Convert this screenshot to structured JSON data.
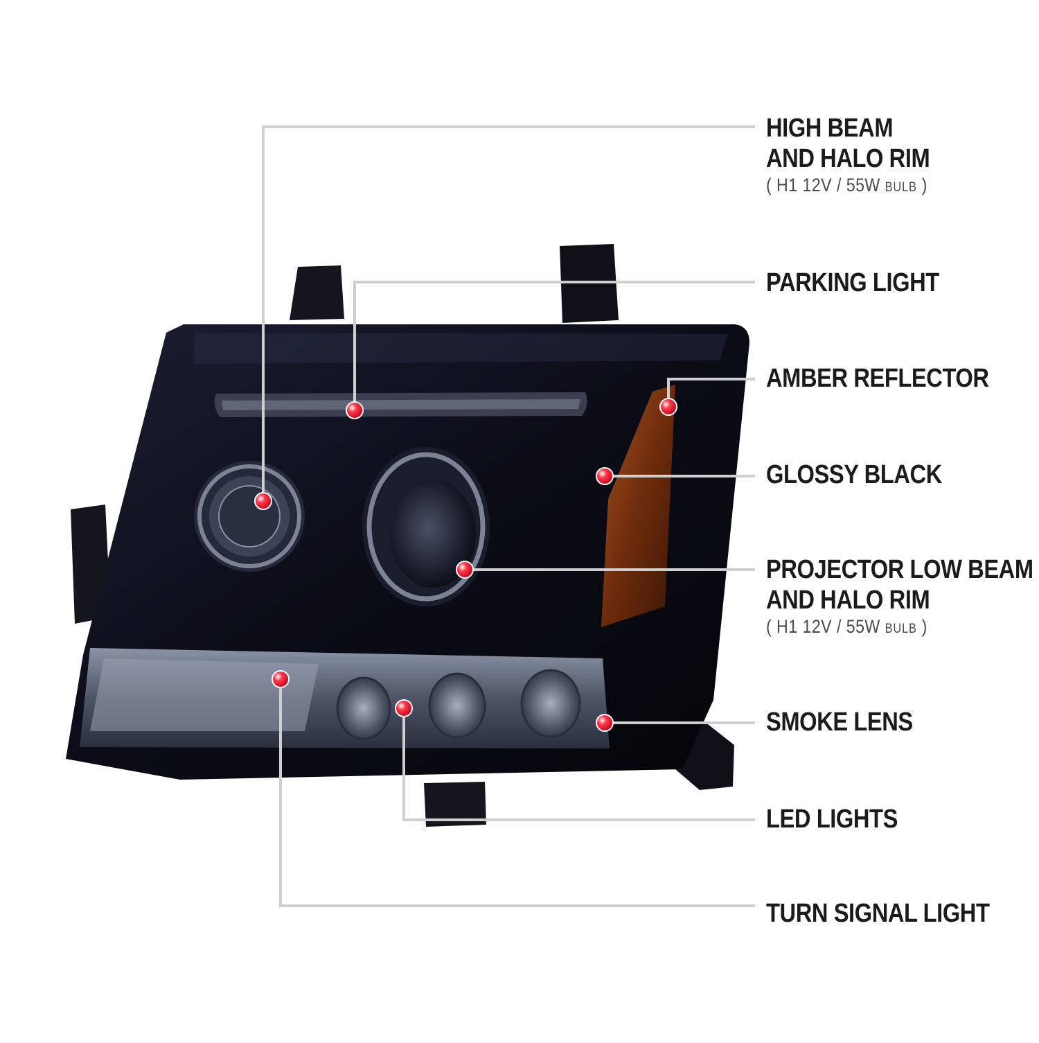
{
  "callouts": [
    {
      "id": "high-beam",
      "lines": [
        "HIGH BEAM",
        "AND HALO RIM"
      ],
      "spec": {
        "open": "( ",
        "main": "H1  12V / 55W ",
        "unit": "BULB",
        "close": " )"
      }
    },
    {
      "id": "parking-light",
      "lines": [
        "PARKING LIGHT"
      ]
    },
    {
      "id": "amber-reflector",
      "lines": [
        "AMBER REFLECTOR"
      ]
    },
    {
      "id": "glossy-black",
      "lines": [
        "GLOSSY BLACK"
      ]
    },
    {
      "id": "projector-low-beam",
      "lines": [
        "PROJECTOR LOW BEAM",
        "AND HALO RIM"
      ],
      "spec": {
        "open": "( ",
        "main": "H1  12V / 55W ",
        "unit": "BULB",
        "close": " )"
      }
    },
    {
      "id": "smoke-lens",
      "lines": [
        "SMOKE LENS"
      ]
    },
    {
      "id": "led-lights",
      "lines": [
        "LED LIGHTS"
      ]
    },
    {
      "id": "turn-signal-light",
      "lines": [
        "TURN SIGNAL LIGHT"
      ]
    }
  ],
  "colors": {
    "leader_line": "#cfcfcf",
    "marker": "#e0001b",
    "housing": "#0d0f1c",
    "amber": "#7a3410",
    "lens_smoke": "#5c6474"
  }
}
